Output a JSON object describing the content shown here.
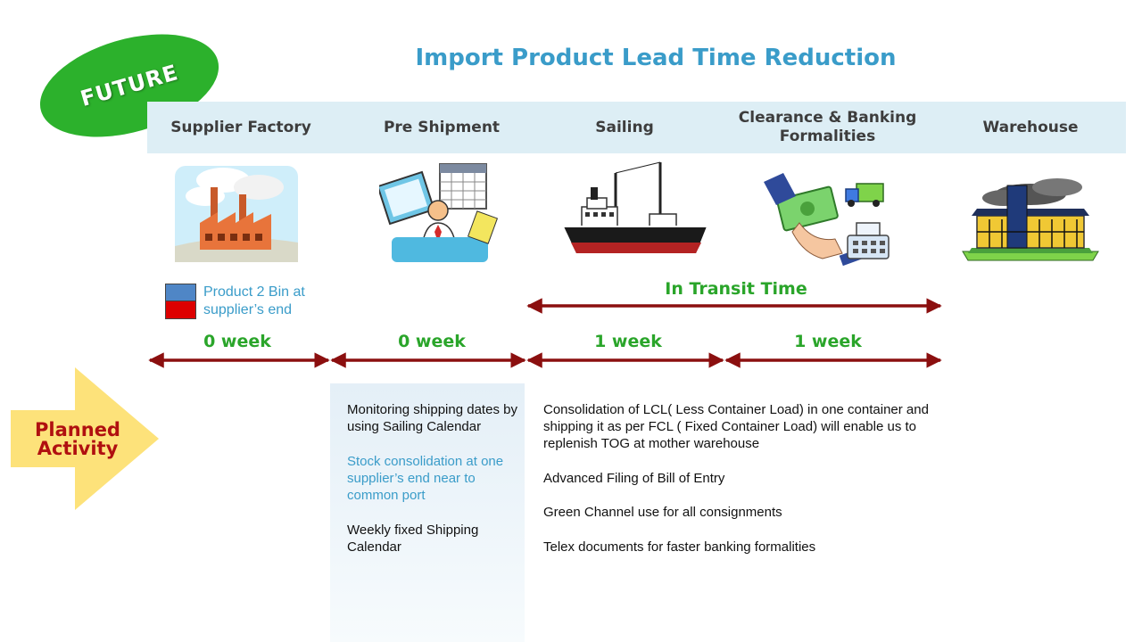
{
  "title": "Import Product Lead Time Reduction",
  "badge": "FUTURE",
  "columns": [
    {
      "label": "Supplier Factory",
      "duration": "0 week",
      "icon": "factory-icon"
    },
    {
      "label": "Pre Shipment",
      "duration": "0 week",
      "icon": "planner-at-computer-icon"
    },
    {
      "label": "Sailing",
      "duration": "1 week",
      "icon": "cargo-ship-icon"
    },
    {
      "label": "Clearance & Banking Formalities",
      "duration": "1 week",
      "icon": "money-truck-register-icon"
    },
    {
      "label": "Warehouse",
      "icon": "warehouse-icon"
    }
  ],
  "legend": {
    "text": "Product 2 Bin at supplier’s end",
    "colors": [
      "#4f86c6",
      "#dd0000"
    ]
  },
  "transit_label": "In Transit Time",
  "planned_label": "Planned Activity",
  "pre_shipment_activities": [
    "Monitoring shipping dates by using Sailing Calendar",
    "Stock consolidation at one supplier’s end near to common port",
    "Weekly fixed Shipping Calendar"
  ],
  "transit_activities": [
    "Consolidation of LCL( Less Container Load) in one container and shipping it as per FCL ( Fixed Container Load) will enable us to replenish TOG  at mother warehouse",
    "Advanced Filing of Bill of Entry",
    "Green Channel use for all consignments",
    "Telex documents for faster banking formalities"
  ],
  "colors": {
    "title": "#3a9cc9",
    "badge": "#2cb12c",
    "arrow": "#8b0f0f",
    "duration": "#2aa52a",
    "planned_arrow": "#fde27a",
    "planned_text": "#b01010"
  }
}
